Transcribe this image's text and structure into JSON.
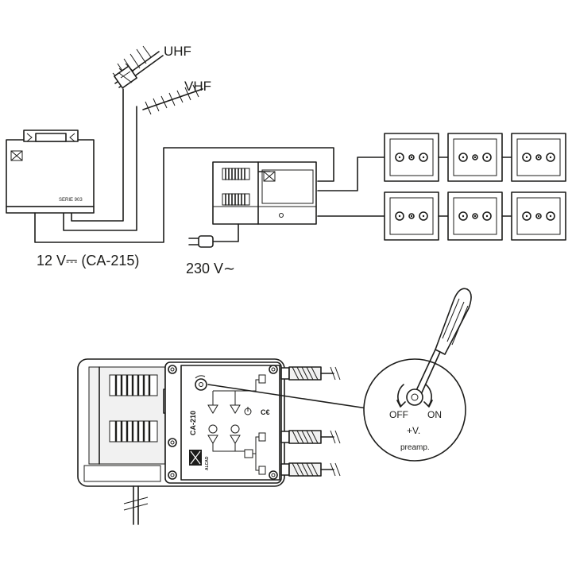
{
  "antennas": {
    "uhf_label": "UHF",
    "vhf_label": "VHF"
  },
  "power_supply": {
    "series_label": "SERIE 903",
    "caption": "12 V⎓   (CA-215)"
  },
  "mains_label": "230  V∼",
  "amplifier": {
    "model_label": "CA-210",
    "brand_label": "ALCAD"
  },
  "detail": {
    "off_label": "OFF",
    "on_label": "ON",
    "plus_v_label": "+V.",
    "preamp_label": "preamp."
  },
  "outlet_grid": {
    "rows": 2,
    "columns": 3
  }
}
